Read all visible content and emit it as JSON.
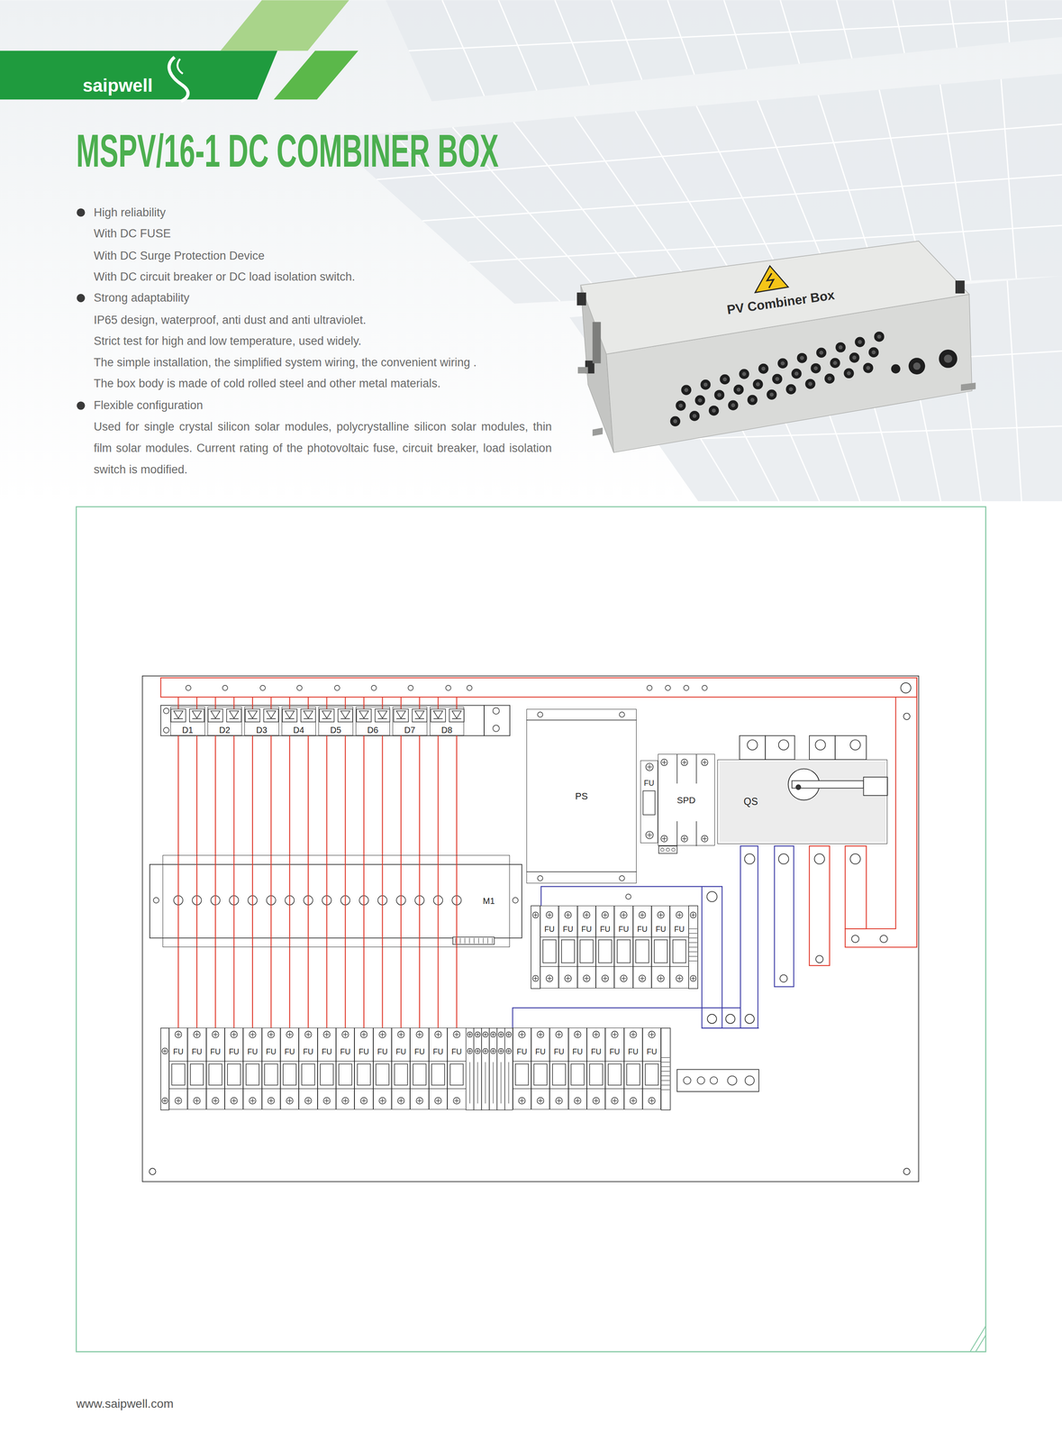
{
  "diagram": {
    "title": "MSPV/16-1 DC COMBINER BOX",
    "nodes": [
      {
        "text": [
          "D1"
        ]
      },
      {
        "text": [
          "D2"
        ]
      },
      {
        "text": [
          "D3"
        ]
      },
      {
        "text": [
          "D4"
        ]
      },
      {
        "text": [
          "D5"
        ]
      },
      {
        "text": [
          "D6"
        ]
      },
      {
        "text": [
          "D7"
        ]
      },
      {
        "text": [
          "D8"
        ]
      },
      {
        "text": [
          "PS"
        ]
      },
      {
        "text": [
          "FU"
        ]
      },
      {
        "text": [
          "SPD"
        ]
      },
      {
        "text": [
          "QS"
        ]
      },
      {
        "text": [
          "M1"
        ]
      },
      {
        "text": [
          "FU"
        ]
      },
      {
        "text": [
          "FU"
        ]
      },
      {
        "text": [
          "FU"
        ]
      },
      {
        "text": [
          "FU"
        ]
      },
      {
        "text": [
          "FU"
        ]
      },
      {
        "text": [
          "FU"
        ]
      },
      {
        "text": [
          "FU"
        ]
      },
      {
        "text": [
          "FU"
        ]
      },
      {
        "text": [
          "FU"
        ]
      },
      {
        "text": [
          "FU"
        ]
      },
      {
        "text": [
          "FU"
        ]
      },
      {
        "text": [
          "FU"
        ]
      },
      {
        "text": [
          "FU"
        ]
      },
      {
        "text": [
          "FU"
        ]
      },
      {
        "text": [
          "FU"
        ]
      },
      {
        "text": [
          "FU"
        ]
      },
      {
        "text": [
          "FU"
        ]
      },
      {
        "text": [
          "FU"
        ]
      },
      {
        "text": [
          "FU"
        ]
      },
      {
        "text": [
          "FU"
        ]
      },
      {
        "text": [
          "FU"
        ]
      },
      {
        "text": [
          "FU"
        ]
      },
      {
        "text": [
          "FU"
        ]
      },
      {
        "text": [
          "FU"
        ]
      },
      {
        "text": [
          "FU"
        ]
      },
      {
        "text": [
          "FU"
        ]
      },
      {
        "text": [
          "FU"
        ]
      },
      {
        "text": [
          "FU"
        ]
      },
      {
        "text": [
          "FU"
        ]
      },
      {
        "text": [
          "FU"
        ]
      },
      {
        "text": [
          "FU"
        ]
      },
      {
        "text": [
          "FU"
        ]
      }
    ],
    "edges": [
      {
        "from": 0,
        "to": 21,
        "arrow": "none"
      },
      {
        "from": 0,
        "to": 22,
        "arrow": "none"
      },
      {
        "from": 1,
        "to": 23,
        "arrow": "none"
      },
      {
        "from": 1,
        "to": 24,
        "arrow": "none"
      },
      {
        "from": 2,
        "to": 25,
        "arrow": "none"
      },
      {
        "from": 2,
        "to": 26,
        "arrow": "none"
      },
      {
        "from": 3,
        "to": 27,
        "arrow": "none"
      },
      {
        "from": 3,
        "to": 28,
        "arrow": "none"
      },
      {
        "from": 4,
        "to": 29,
        "arrow": "none"
      },
      {
        "from": 4,
        "to": 30,
        "arrow": "none"
      },
      {
        "from": 5,
        "to": 31,
        "arrow": "none"
      },
      {
        "from": 5,
        "to": 32,
        "arrow": "none"
      },
      {
        "from": 6,
        "to": 33,
        "arrow": "none"
      },
      {
        "from": 6,
        "to": 34,
        "arrow": "none"
      },
      {
        "from": 7,
        "to": 35,
        "arrow": "none"
      },
      {
        "from": 7,
        "to": 36,
        "arrow": "none"
      }
    ],
    "labels": [
      "saipwell",
      "High reliability",
      "With DC FUSE",
      "With DC Surge Protection Device",
      "With DC circuit breaker or DC load isolation switch.",
      "Strong adaptability",
      "IP65 design, waterproof, anti dust and anti ultraviolet.",
      "Strict test for high and low temperature, used widely.",
      "The simple installation, the simplified system wiring, the convenient wiring .",
      "The box body is made of cold rolled steel and other metal materials.",
      "Flexible configuration",
      "Used for single crystal silicon solar modules, polycrystalline silicon solar modules, thin film solar modules. Current rating of the photovoltaic fuse, circuit breaker, load isolation switch is modified.",
      "PV Combiner Box",
      "www.saipwell.com"
    ]
  }
}
